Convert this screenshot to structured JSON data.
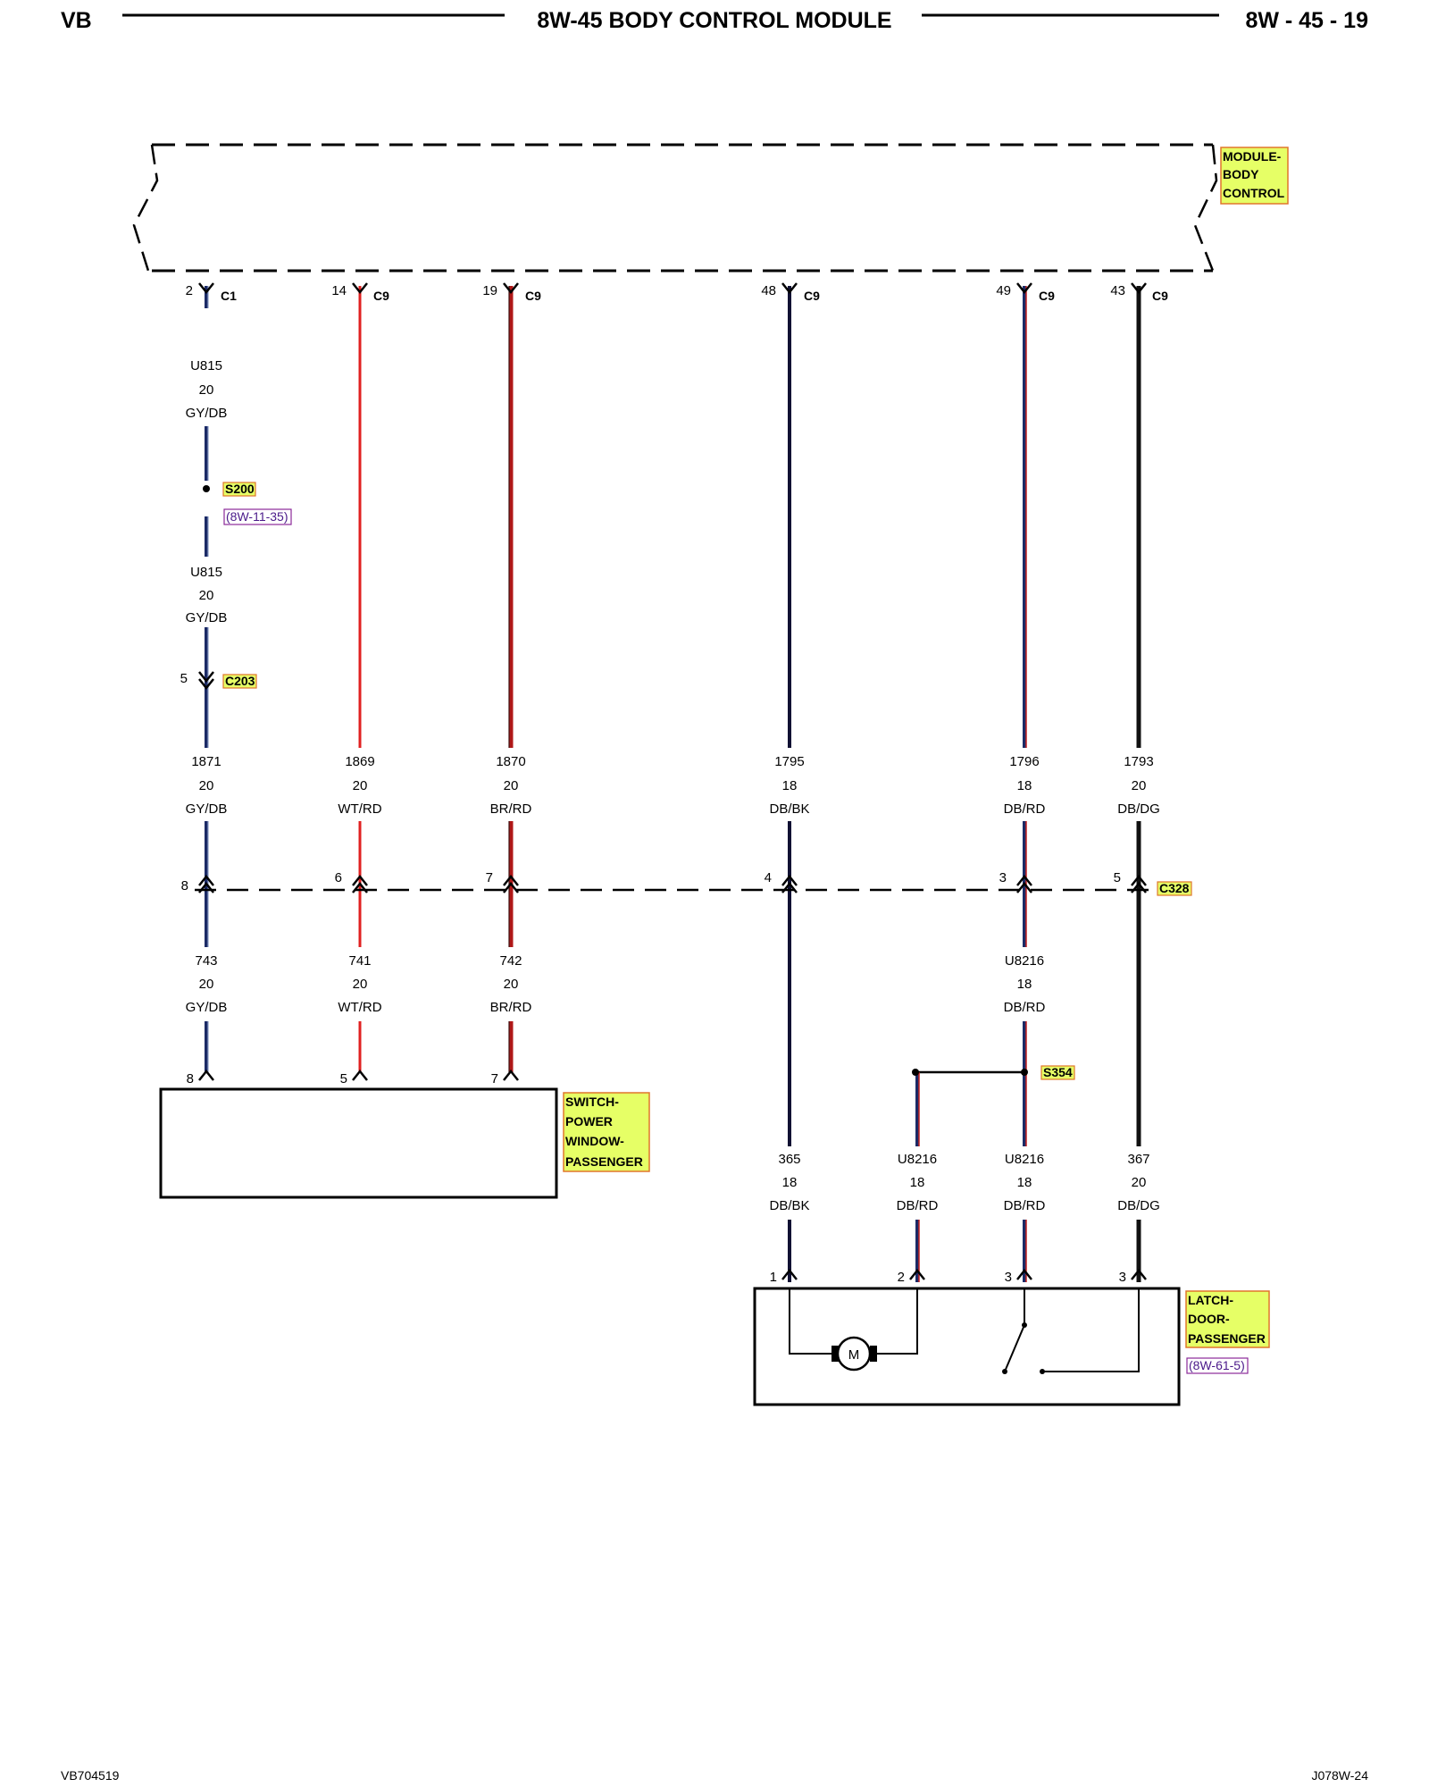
{
  "header": {
    "left": "VB",
    "title": "8W-45 BODY CONTROL MODULE",
    "right": "8W - 45 - 19"
  },
  "footer": {
    "left": "VB704519",
    "right": "J078W-24"
  },
  "colors": {
    "label_fill": "#e6ff66",
    "label_border": "#e0762b",
    "ref_border": "#8b2a9a",
    "wire_red": "#e02020",
    "wire_dark_red": "#b01818",
    "wire_blue": "#1b2a66",
    "wire_black": "#111111"
  },
  "module": {
    "label": [
      "MODULE-",
      "BODY",
      "CONTROL"
    ]
  },
  "bcm_pins": [
    {
      "num": "2",
      "connector": "C1"
    },
    {
      "num": "14",
      "connector": "C9"
    },
    {
      "num": "19",
      "connector": "C9"
    },
    {
      "num": "48",
      "connector": "C9"
    },
    {
      "num": "49",
      "connector": "C9"
    },
    {
      "num": "43",
      "connector": "C9"
    }
  ],
  "col1_upper": {
    "circuit_a": [
      "U815",
      "20",
      "GY/DB"
    ],
    "splice": "S200",
    "splice_ref": "(8W-11-35)",
    "circuit_b": [
      "U815",
      "20",
      "GY/DB"
    ],
    "connector_pin": "5",
    "connector": "C203"
  },
  "mid_circuits": [
    [
      "1871",
      "20",
      "GY/DB"
    ],
    [
      "1869",
      "20",
      "WT/RD"
    ],
    [
      "1870",
      "20",
      "BR/RD"
    ],
    [
      "1795",
      "18",
      "DB/BK"
    ],
    [
      "1796",
      "18",
      "DB/RD"
    ],
    [
      "1793",
      "20",
      "DB/DG"
    ]
  ],
  "c328": {
    "label": "C328",
    "pins": [
      "8",
      "6",
      "7",
      "4",
      "3",
      "5"
    ]
  },
  "lower_circuits": [
    [
      "743",
      "20",
      "GY/DB"
    ],
    [
      "741",
      "20",
      "WT/RD"
    ],
    [
      "742",
      "20",
      "BR/RD"
    ],
    [
      "U8216",
      "18",
      "DB/RD"
    ]
  ],
  "switch": {
    "label": [
      "SWITCH-",
      "POWER",
      "WINDOW-",
      "PASSENGER"
    ],
    "pins": [
      "8",
      "5",
      "7"
    ]
  },
  "splice_s354": "S354",
  "latch_circuits": [
    [
      "365",
      "18",
      "DB/BK"
    ],
    [
      "U8216",
      "18",
      "DB/RD"
    ],
    [
      "U8216",
      "18",
      "DB/RD"
    ],
    [
      "367",
      "20",
      "DB/DG"
    ]
  ],
  "latch": {
    "label": [
      "LATCH-",
      "DOOR-",
      "PASSENGER"
    ],
    "ref": "(8W-61-5)",
    "pins": [
      "1",
      "2",
      "3",
      "3"
    ],
    "motor": "M"
  }
}
